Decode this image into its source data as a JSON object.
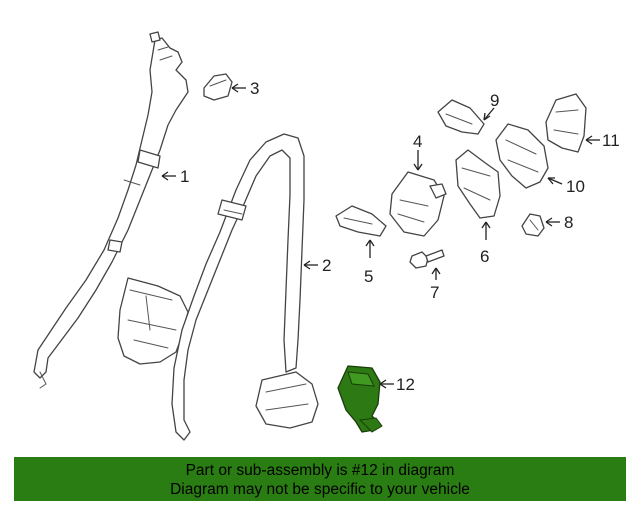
{
  "diagram": {
    "callouts": [
      {
        "num": "1"
      },
      {
        "num": "2"
      },
      {
        "num": "3"
      },
      {
        "num": "4"
      },
      {
        "num": "5"
      },
      {
        "num": "6"
      },
      {
        "num": "7"
      },
      {
        "num": "8"
      },
      {
        "num": "9"
      },
      {
        "num": "10"
      },
      {
        "num": "11"
      },
      {
        "num": "12"
      }
    ],
    "highlighted_part": "12",
    "highlight_color": "#2d7a14",
    "line_color": "#444444"
  },
  "banner": {
    "line1": "Part or sub-assembly is #12 in diagram",
    "line2": "Diagram may not be specific to your vehicle",
    "background": "#2a7d12"
  }
}
